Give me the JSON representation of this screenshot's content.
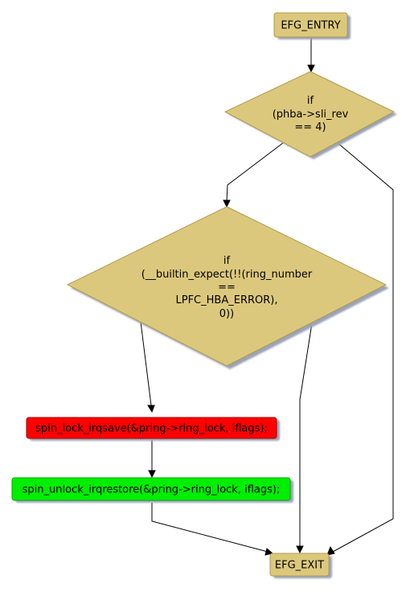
{
  "diagram": {
    "entry": {
      "label": "EFG_ENTRY"
    },
    "decision1": {
      "lines": [
        "if",
        "(phba->sli_rev",
        "== 4)"
      ]
    },
    "decision2": {
      "lines": [
        "if",
        "(__builtin_expect(!!(ring_number",
        "==",
        "LPFC_HBA_ERROR),",
        "0))"
      ]
    },
    "lock": {
      "label": "spin_lock_irqsave(&pring->ring_lock, iflags);"
    },
    "unlock": {
      "label": "spin_unlock_irqrestore(&pring->ring_lock, iflags);"
    },
    "exit": {
      "label": "EFG_EXIT"
    }
  },
  "colors": {
    "terminal_fill": "#dcc87d",
    "decision_fill": "#dcc87d",
    "lock_fill": "#ff0000",
    "unlock_fill": "#00ee00",
    "shadow": "#9aa3b5"
  }
}
